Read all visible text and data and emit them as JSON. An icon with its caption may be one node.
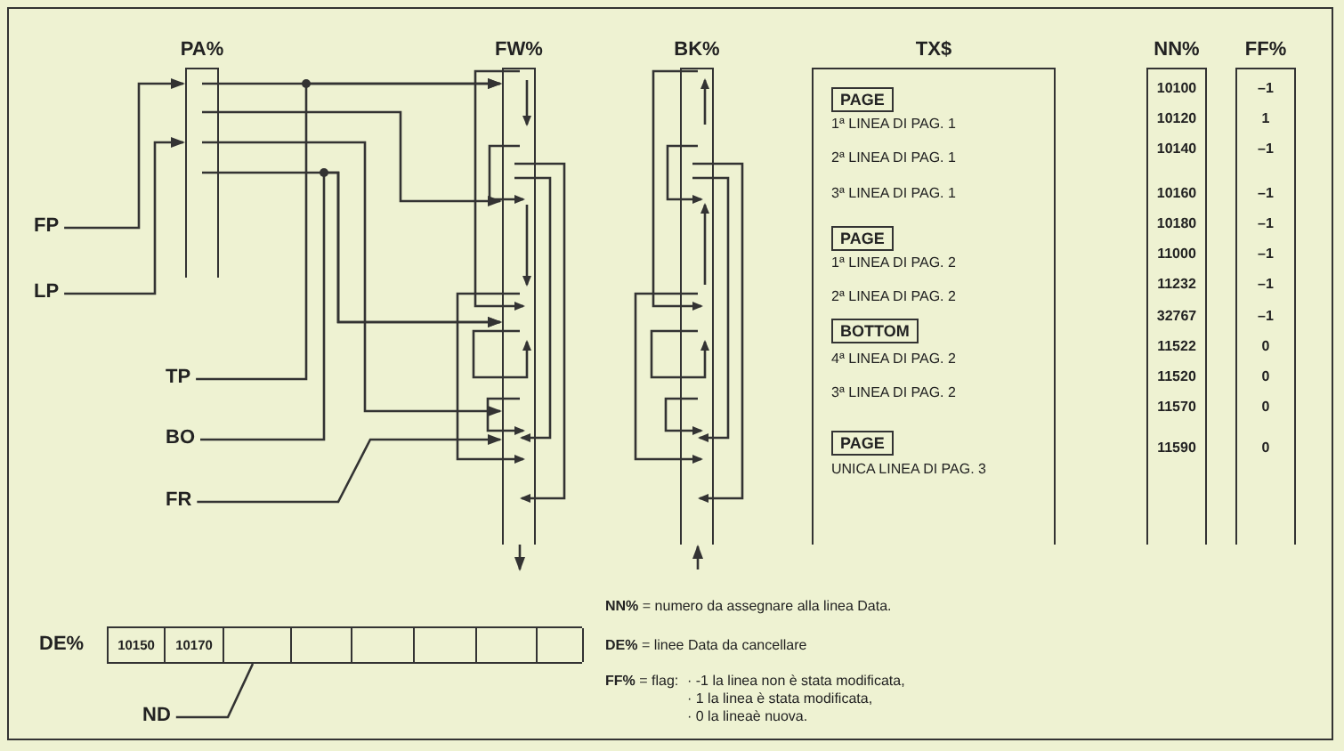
{
  "diagram": {
    "nodes": [
      {
        "text": [
          "PA%"
        ]
      },
      {
        "text": [
          "FW%"
        ]
      },
      {
        "text": [
          "BK%"
        ]
      },
      {
        "text": [
          "TX$"
        ]
      },
      {
        "text": [
          "PAGE"
        ],
        "in": 3
      },
      {
        "text": [
          "PAGE"
        ],
        "in": 3
      },
      {
        "text": [
          "BOTTOM"
        ],
        "in": 3
      },
      {
        "text": [
          "PAGE"
        ],
        "in": 3
      },
      {
        "text": [
          "NN%"
        ]
      },
      {
        "text": [
          "FF%"
        ]
      },
      {
        "text": [
          "DE%"
        ]
      },
      {
        "text": [
          "10150"
        ],
        "in": 10
      },
      {
        "text": [
          "10170"
        ],
        "in": 10
      },
      {
        "text": [],
        "shape": "box",
        "in": 10
      },
      {
        "text": [],
        "shape": "box",
        "in": 10
      },
      {
        "text": [],
        "shape": "box",
        "in": 10
      },
      {
        "text": [],
        "shape": "box",
        "in": 10
      },
      {
        "text": [],
        "shape": "box",
        "in": 10
      },
      {
        "text": [],
        "shape": "box",
        "in": 10
      },
      {
        "text": [
          "FP"
        ]
      },
      {
        "text": [
          "LP"
        ]
      },
      {
        "text": [
          "TP"
        ]
      },
      {
        "text": [
          "BO"
        ]
      },
      {
        "text": [
          "FR"
        ]
      },
      {
        "text": [
          "ND"
        ]
      }
    ],
    "edges": [
      {
        "from": 19,
        "to": 0,
        "arrow": "to"
      },
      {
        "from": 20,
        "to": 0,
        "arrow": "to"
      },
      {
        "from": 0,
        "to": 1,
        "arrow": "to"
      },
      {
        "from": 0,
        "to": 1,
        "arrow": "to"
      },
      {
        "from": 0,
        "to": 1,
        "arrow": "to"
      },
      {
        "from": 0,
        "to": 1,
        "arrow": "to"
      },
      {
        "from": 21,
        "to": 1,
        "arrow": "to"
      },
      {
        "from": 22,
        "to": 1,
        "arrow": "to"
      },
      {
        "from": 23,
        "to": 1,
        "arrow": "to"
      },
      {
        "from": 24,
        "to": 13,
        "arrow": "none"
      },
      {
        "from": 1,
        "to": null,
        "arrow": "to"
      },
      {
        "from": null,
        "to": 2,
        "arrow": "to"
      }
    ],
    "labels": [
      "1ª LINEA DI PAG. 1",
      "2ª LINEA DI PAG. 1",
      "3ª LINEA DI PAG. 1",
      "1ª LINEA DI PAG. 2",
      "2ª LINEA DI PAG. 2",
      "4ª LINEA DI PAG. 2",
      "3ª LINEA DI PAG. 2",
      "UNICA LINEA DI PAG. 3",
      "10100",
      "10120",
      "10140",
      "10160",
      "10180",
      "11000",
      "11232",
      "32767",
      "11522",
      "11520",
      "11570",
      "11590",
      "–1",
      "1",
      "–1",
      "–1",
      "–1",
      "–1",
      "–1",
      "–1",
      "0",
      "0",
      "0",
      "0",
      "**NN%** = numero da assegnare alla linea Data.",
      "**DE%** = linee Data da cancellare",
      "**FF%** = flag:",
      "· -1 la linea non è stata modificata,",
      "· 1 la linea è stata modificata,",
      "· 0 la lineaè nuova."
    ]
  }
}
